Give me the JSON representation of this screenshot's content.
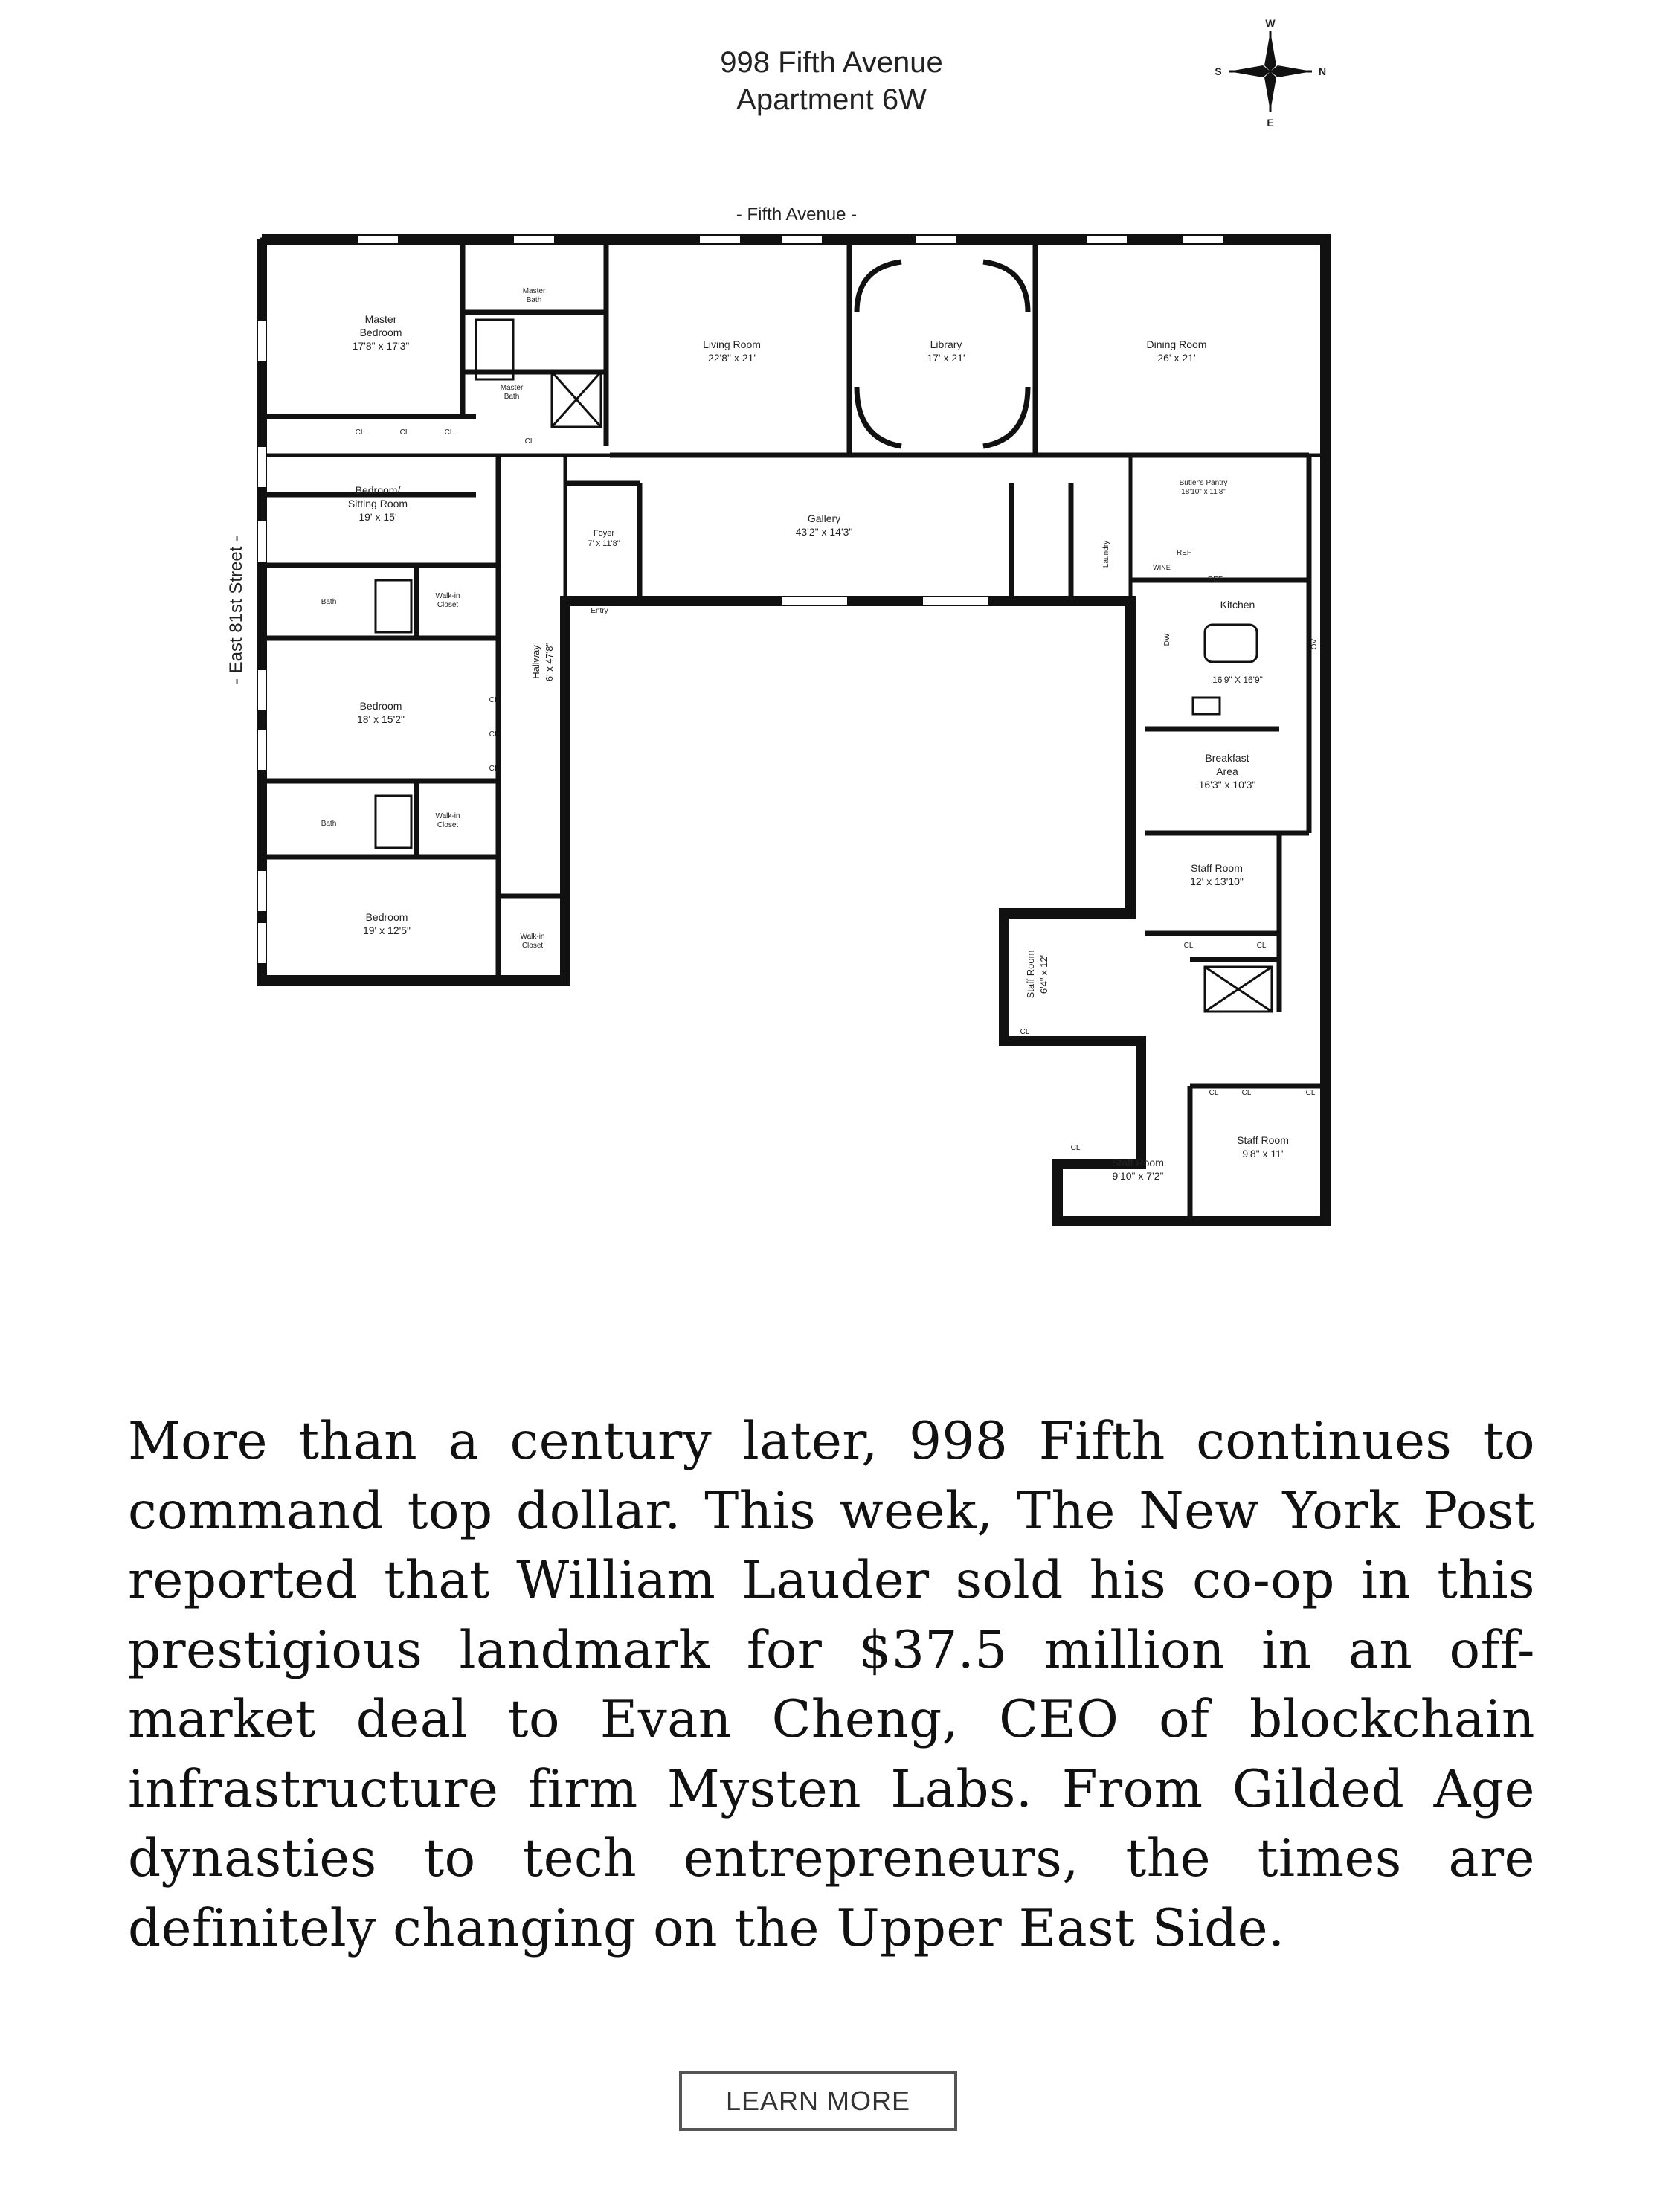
{
  "floorplan": {
    "title_line1": "998 Fifth Avenue",
    "title_line2": "Apartment 6W",
    "compass": {
      "n": "N",
      "s": "S",
      "e": "E",
      "w": "W"
    },
    "street_top": "- Fifth Avenue -",
    "street_left": "- East 81st Street -",
    "rooms": {
      "master_bedroom": [
        "Master",
        "Bedroom",
        "17'8\" x 17'3\""
      ],
      "master_bath_1": [
        "Master",
        "Bath"
      ],
      "master_bath_2": [
        "Master",
        "Bath"
      ],
      "living_room": [
        "Living Room",
        "22'8\" x 21'"
      ],
      "library": [
        "Library",
        "17' x 21'"
      ],
      "dining_room": [
        "Dining Room",
        "26' x 21'"
      ],
      "bedroom_sitting": [
        "Bedroom/",
        "Sitting Room",
        "19' x 15'"
      ],
      "gallery": [
        "Gallery",
        "43'2\" x 14'3\""
      ],
      "foyer": [
        "Foyer",
        "7' x 11'8\""
      ],
      "entry": "Entry",
      "butlers_pantry": [
        "Butler's Pantry",
        "18'10\" x 11'8\""
      ],
      "kitchen": [
        "Kitchen",
        "16'9\" X 16'9\""
      ],
      "breakfast_area": [
        "Breakfast",
        "Area",
        "16'3\" x 10'3\""
      ],
      "bath": "Bath",
      "walk_in_closet": [
        "Walk-in",
        "Closet"
      ],
      "hallway": [
        "Hallway",
        "6' x 47'8\""
      ],
      "bedroom_2": [
        "Bedroom",
        "18' x 15'2\""
      ],
      "bedroom_3": [
        "Bedroom",
        "19' x 12'5\""
      ],
      "staff_room_1": [
        "Staff Room",
        "12' x 13'10\""
      ],
      "staff_room_2": [
        "Staff Room",
        "6'4\" x 12'"
      ],
      "staff_room_3": [
        "Staff Room",
        "9'10\" x 7'2\""
      ],
      "staff_room_4": [
        "Staff Room",
        "9'8\" x 11'"
      ],
      "laundry": "Laundry",
      "closet": "CL",
      "ref": "REF",
      "dw": "DW",
      "ov": "OV",
      "wine": "WINE"
    }
  },
  "article": {
    "paragraph": "More than a century later, 998 Fifth continues to command top dollar. This week, The New York Post reported that William Lauder sold his co-op in this prestigious landmark for $37.5 million in an off-market deal to Evan Cheng, CEO of blockchain infrastructure firm Mysten Labs. From Gilded Age dynasties to tech entrepreneurs, the times are definitely changing on the Upper East Side."
  },
  "cta": {
    "label": "LEARN MORE"
  }
}
